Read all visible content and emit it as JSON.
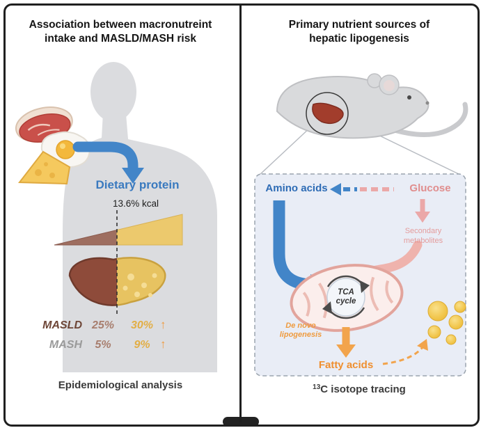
{
  "left": {
    "title_line1": "Association between macronutreint",
    "title_line2": "intake and MASLD/MASH risk",
    "dietary_protein": "Dietary protein",
    "kcal": "13.6% kcal",
    "rows": [
      {
        "name": "MASLD",
        "low": "25%",
        "high": "30%",
        "arrow": "↑"
      },
      {
        "name": "MASH",
        "low": "5%",
        "high": "9%",
        "arrow": "↑"
      }
    ],
    "caption": "Epidemiological analysis"
  },
  "right": {
    "title_line1": "Primary nutrient sources of",
    "title_line2": "hepatic lipogenesis",
    "amino_acids": "Amino acids",
    "glucose": "Glucose",
    "secondary_line1": "Secondary",
    "secondary_line2": "metabolites",
    "tca_line1": "TCA",
    "tca_line2": "cycle",
    "denovo_line1": "De novo",
    "denovo_line2": "lipogenesis",
    "fatty_acids": "Fatty acids",
    "caption_sup": "13",
    "caption_text": "C isotope tracing"
  },
  "colors": {
    "accent_blue": "#4285c8",
    "accent_pink": "#e8a3a3",
    "accent_orange": "#f0a24c",
    "liver_brown": "#8e4b3a",
    "liver_gold": "#e7c361",
    "silhouette_gray": "#dbdcdf"
  }
}
